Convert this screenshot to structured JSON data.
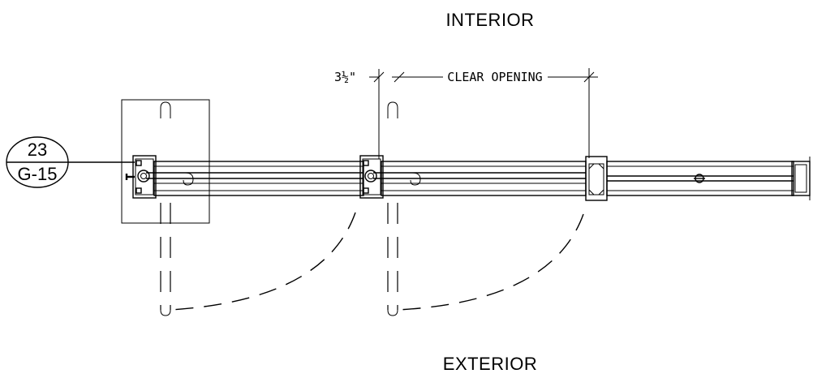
{
  "labels": {
    "top": "INTERIOR",
    "bottom": "EXTERIOR",
    "dimension_left": "3½\"",
    "dimension_main": "CLEAR OPENING"
  },
  "callout": {
    "number": "23",
    "sheet": "G-15"
  }
}
